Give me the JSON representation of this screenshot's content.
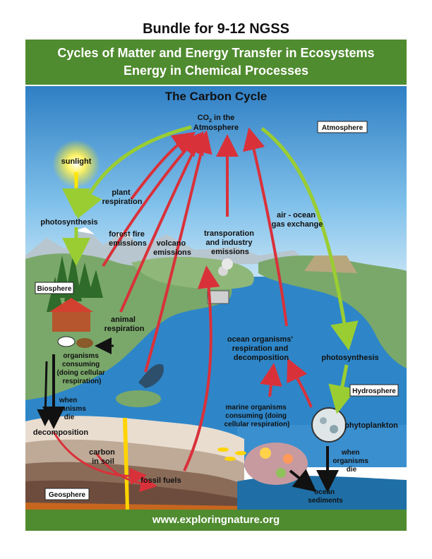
{
  "header": {
    "bundle_title": "Bundle for 9-12 NGSS",
    "banner_line1": "Cycles of Matter and Energy Transfer in Ecosystems",
    "banner_line2": "Energy in Chemical Processes"
  },
  "diagram": {
    "title": "The Carbon Cycle",
    "co2_label": "CO",
    "co2_sub": "2",
    "co2_rest": " in the",
    "atmosphere_word": "Atmosphere",
    "spheres": {
      "atmosphere": "Atmosphere",
      "biosphere": "Biosphere",
      "hydrosphere": "Hydrosphere",
      "geosphere": "Geosphere"
    },
    "labels": {
      "sunlight": "sunlight",
      "photosynthesis_land": "photosynthesis",
      "plant_respiration_1": "plant",
      "plant_respiration_2": "respiration",
      "forest_fire_1": "forest fire",
      "forest_fire_2": "emissions",
      "volcano_1": "volcano",
      "volcano_2": "emissions",
      "transport_1": "transporation",
      "transport_2": "and industry",
      "transport_3": "emissions",
      "air_ocean_1": "air - ocean",
      "air_ocean_2": "gas exchange",
      "animal_resp_1": "animal",
      "animal_resp_2": "respiration",
      "organisms_1": "organisms",
      "organisms_2": "consuming",
      "organisms_3": "(doing cellular",
      "organisms_4": "respiration)",
      "when_die_1": "when",
      "when_die_2": "organisms",
      "when_die_3": "die",
      "decomposition": "decomposition",
      "carbon_soil_1": "carbon",
      "carbon_soil_2": "in soil",
      "fossil_fuels": "fossil fuels",
      "ocean_resp_1": "ocean organisms'",
      "ocean_resp_2": "respiration and",
      "ocean_resp_3": "decomposition",
      "photosynthesis_ocean": "photosynthesis",
      "marine_1": "marine organisms",
      "marine_2": "consuming (doing",
      "marine_3": "cellular respiration)",
      "phytoplankton": "phytoplankton",
      "ocean_die_1": "when",
      "ocean_die_2": "organisms",
      "ocean_die_3": "die",
      "sediments_1": "ocean",
      "sediments_2": "sediments"
    },
    "colors": {
      "sky": "#3a8fcf",
      "ocean": "#2e86c8",
      "land": "#7aa86a",
      "red_arrow": "#d9313a",
      "green_arrow": "#9acd32",
      "sun": "#ffe600"
    }
  },
  "footer": {
    "url": "www.exploringnature.org"
  }
}
